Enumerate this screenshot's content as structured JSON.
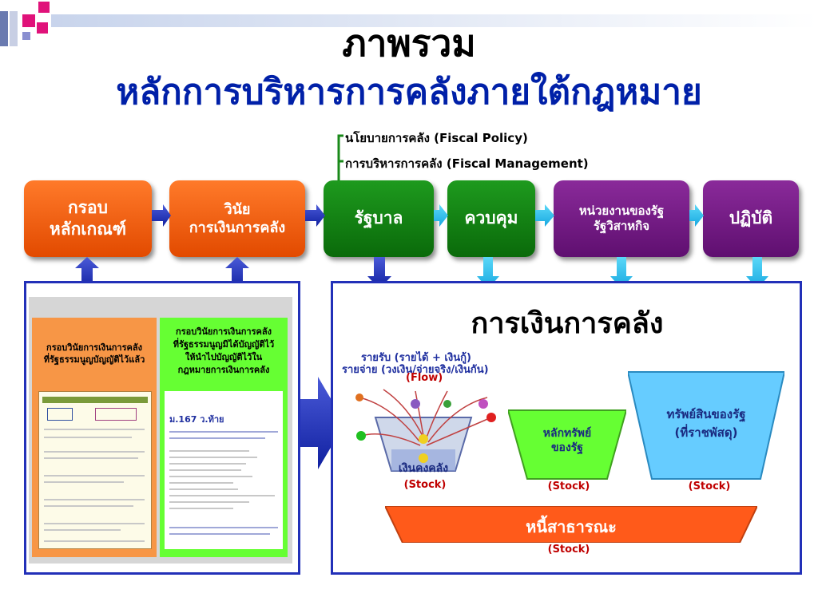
{
  "title": "ภาพรวม",
  "subtitle": "หลักการบริหารการคลังภายใต้กฎหมาย",
  "notes": {
    "policy": "นโยบายการคลัง (Fiscal Policy)",
    "management": "การบริหารการคลัง (Fiscal  Management)"
  },
  "flow": {
    "box1_line1": "กรอบ",
    "box1_line2": "หลักเกณฑ์",
    "box2_line1": "วินัย",
    "box2_line2": "การเงินการคลัง",
    "box3": "รัฐบาล",
    "box4": "ควบคุม",
    "box5_line1": "หน่วยงานของรัฐ",
    "box5_line2": "รัฐวิสาหกิจ",
    "box6": "ปฏิบัติ"
  },
  "left_panel": {
    "orange_line1": "กรอบวินัยการเงินการคลัง",
    "orange_line2": "ที่รัฐธรรมนูญบัญญัติไว้แล้ว",
    "green_line1": "กรอบวินัยการเงินการคลัง",
    "green_line2": "ที่รัฐธรรมนูญมิได้บัญญัติไว้",
    "green_line3": "ให้นำไปบัญญัติไว้ใน",
    "green_line4": "กฎหมายการเงินการคลัง",
    "doc_heading": "ม.167 ว.ท้าย"
  },
  "right_panel": {
    "heading": "การเงินการคลัง",
    "income": "รายรับ   (รายได้ + เงินกู้)",
    "expense": "รายจ่าย (วงเงิน/จ่ายจริง/เงินกัน)",
    "flow_label": "(Flow)",
    "cash_label": "เงินคงคลัง",
    "assets_line1": "หลักทรัพย์",
    "assets_line2": "ของรัฐ",
    "property_line1": "ทรัพย์สินของรัฐ",
    "property_line2": "(ที่ราชพัสดุ)",
    "debt_label": "หนี้สาธารณะ",
    "stock1": "(Stock)",
    "stock2": "(Stock)",
    "stock3": "(Stock)",
    "stock4": "(Stock)"
  },
  "colors": {
    "orange": "#f05a10",
    "green": "#0c7a0c",
    "purple": "#6a1a7a",
    "blue_border": "#2230b8",
    "title_blue": "#0020a8"
  }
}
